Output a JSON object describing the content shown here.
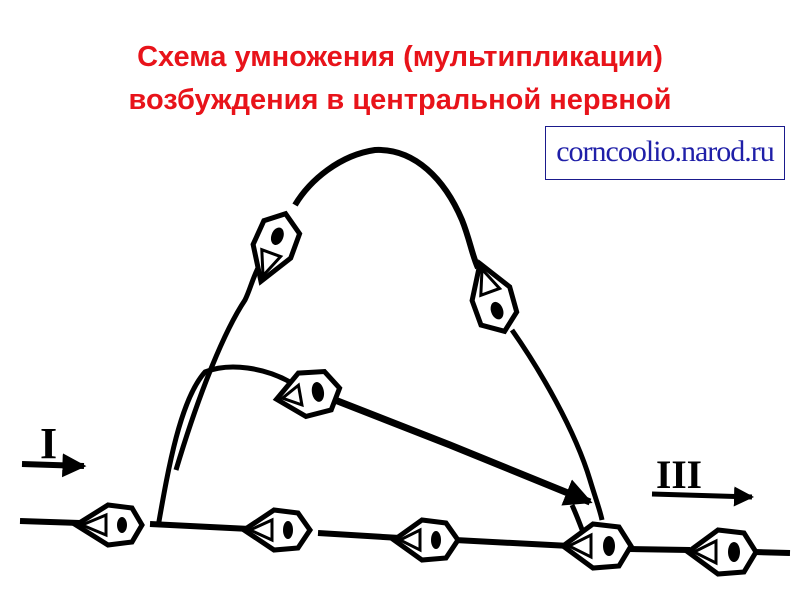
{
  "slide": {
    "title_line1": "Схема умножения (мультипликации)",
    "title_line2": "возбуждения в центральной нервной",
    "watermark": "corncoolio.narod.ru",
    "input_label": "I",
    "output_label": "III"
  },
  "colors": {
    "title": "#e8131a",
    "watermark": "#1f1fa8",
    "ink": "#000000"
  },
  "icons": {
    "neuron": "neuron-cell-body",
    "arrow": "arrowhead"
  }
}
